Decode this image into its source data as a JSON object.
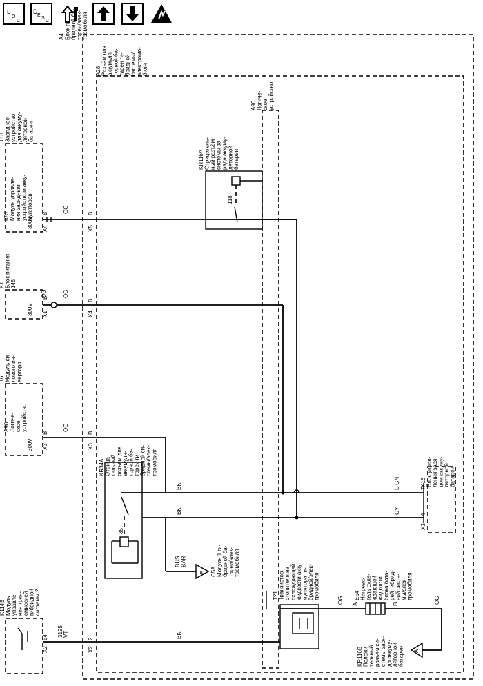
{
  "toolbar": {
    "loc_icon": "loc-icon",
    "desc_icon": "desc-icon",
    "tools_icon": "tools-icon",
    "up_icon": "arrow-up-icon",
    "down_icon": "arrow-down-icon",
    "esd_icon": "esd-warning-icon"
  },
  "modules": {
    "a4": "A4\nБлок ги-\nбридной ба-\nтареи/элек-\nтромобиля",
    "a28": "A28\nРазъём для\nаккумуля-\nторной ба-\nтареи ги-\nбридной\nсистемы/\nэлектромо-\nбиля",
    "a90_right": "A90\nЛогиче-\nское\nустройство",
    "t18": "T18\nЗарядное\nустройство\nдля аккуму-\nляторной\nбатареи",
    "k57": "K57\nМодуль управле-\nния зарядным\nустройством акку-\nмуляторов",
    "kr116a": "KR116A\nОтрицатель-\nный разъём\nсистемы за-\nряда аккуму-\nляторной\nбатареи",
    "k1": "K1\nБлок питания\n14В",
    "t6": "T6\nМодуль си-\nлового ин-\nвертора",
    "a90_left": "A90\nЛогиче-\nское\nустройство",
    "kr34a": "KR34A\nОтрица-\nтельный\nразъём для\nаккумуля-\nторной ба-\nтареи ги-\nбридной си-\nстемы/элек-\nтромобиля",
    "k16": "K16\nБлок управ-\nления заря-\nдом аккуму-\nляторной\nбатареи",
    "c5a": "C5A\nМодуль 1 ги-\nбридной ба-\nтареи/элек-\nтромобиля",
    "t21": "T21\nТранзистор\nотопителя на\nохлаждающей\nжидкости акку-\nмулятора ги-\nбридной/элек-\nтромобиля",
    "e54": "E54\nНагрева-\nтель охла-\nждающей\nжидкости\nблока бата-\nрей гибрид-\nной систе-\nмы/элек-\nтромобиля",
    "k114b": "K114B\nМодуль\nуправле-\nния тран-\nсмиссией\nгибридной\nсистемы 2",
    "kr116b": "KR116B\nПоложи-\nтельный\nразъём си-\nстемы заря-\nда аккуму-\nляторной\nбатареи"
  },
  "labels": {
    "v300a": "300V-",
    "v300b": "300V-",
    "v300c": "300V-",
    "b1": "B",
    "b2": "B",
    "b3": "B",
    "b4": "B",
    "b5": "B",
    "b6": "B",
    "b7": "B",
    "b8": "B",
    "og1": "OG",
    "og2": "OG",
    "og3": "OG",
    "og4": "OG",
    "og5": "OG",
    "og6": "OG",
    "x4a": "X4",
    "x5": "X5",
    "x1": "X1",
    "x4b": "X4",
    "x3a": "X3",
    "x3b": "X3",
    "x2a": "X2",
    "x2b": "X2",
    "x3c": "X3",
    "n118": "118",
    "n35": "35",
    "bk1": "BK",
    "bk2": "BK",
    "bk3": "BK",
    "lgn": "L-GN",
    "gy": "GY",
    "p7": "7",
    "p4": "4",
    "bus": "BUS\nBAR",
    "e_conn": "E",
    "a_conn": "A",
    "p3195": "3195",
    "vt": "VT",
    "p54": "54",
    "p2": "2",
    "pa": "A",
    "pb": "B"
  }
}
